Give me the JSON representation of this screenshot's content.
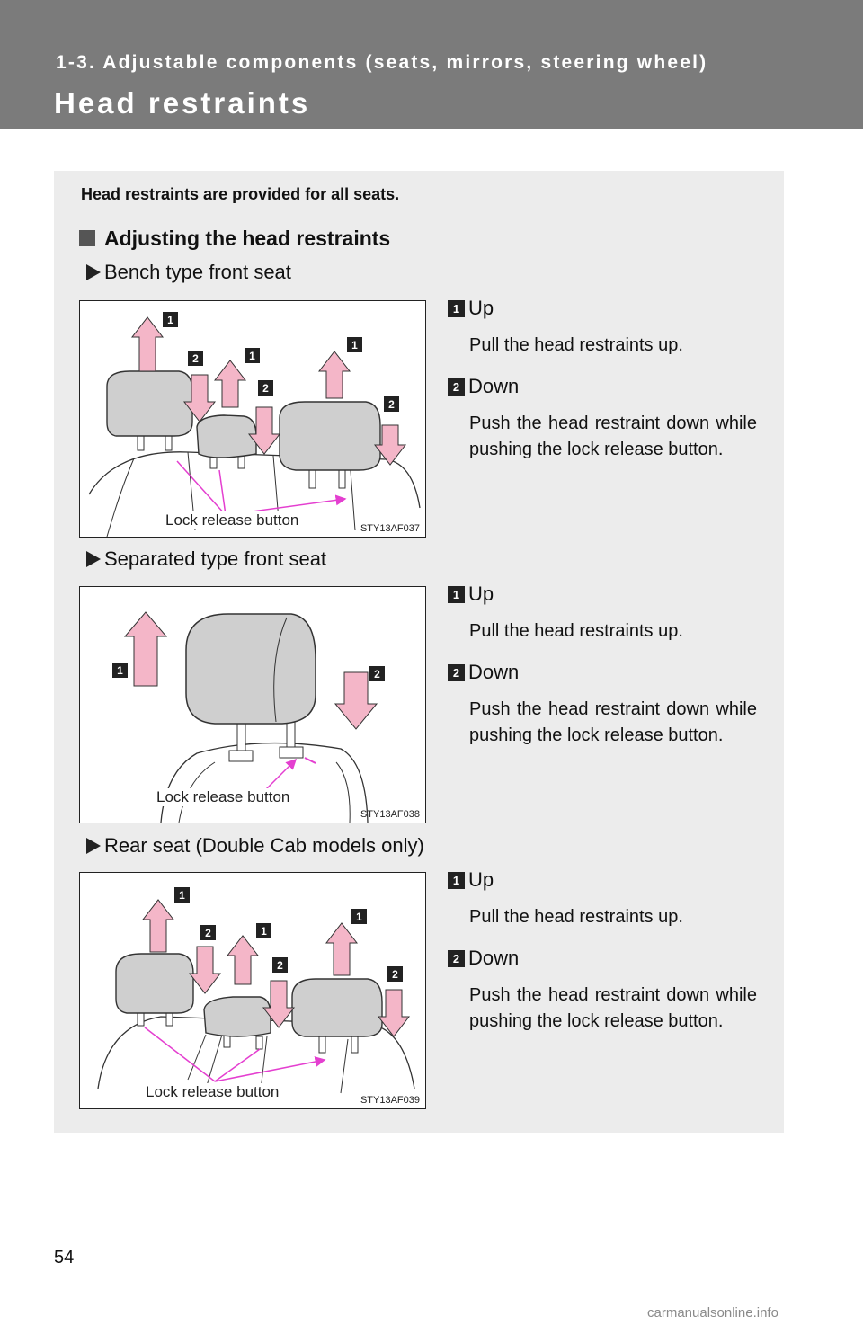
{
  "header": {
    "section": "1-3. Adjustable components (seats, mirrors, steering wheel)",
    "title": "Head restraints"
  },
  "intro": "Head restraints are provided for all seats.",
  "subheading": "Adjusting the head restraints",
  "variants": [
    {
      "label": "Bench type front seat",
      "figure_code": "STY13AF037",
      "callout": "Lock release button",
      "steps": [
        {
          "num": "1",
          "title": "Up",
          "desc": "Pull the head restraints up."
        },
        {
          "num": "2",
          "title": "Down",
          "desc": "Push the head restraint down while pushing the lock release button."
        }
      ]
    },
    {
      "label": "Separated type front seat",
      "figure_code": "STY13AF038",
      "callout": "Lock release button",
      "steps": [
        {
          "num": "1",
          "title": "Up",
          "desc": "Pull the head restraints up."
        },
        {
          "num": "2",
          "title": "Down",
          "desc": "Push the head restraint down while pushing the lock release button."
        }
      ]
    },
    {
      "label": "Rear seat (Double Cab models only)",
      "figure_code": "STY13AF039",
      "callout": "Lock release button",
      "steps": [
        {
          "num": "1",
          "title": "Up",
          "desc": "Pull the head restraints up."
        },
        {
          "num": "2",
          "title": "Down",
          "desc": "Push the head restraint down while pushing the lock release button."
        }
      ]
    }
  ],
  "page_number": "54",
  "watermark": "carmanualsonline.info",
  "colors": {
    "header_bg": "#7b7b7b",
    "box_bg": "#ececec",
    "arrow_pink": "#f4b6c8",
    "callout_line": "#e43fd0",
    "restraint_gray": "#cfcfcf"
  }
}
